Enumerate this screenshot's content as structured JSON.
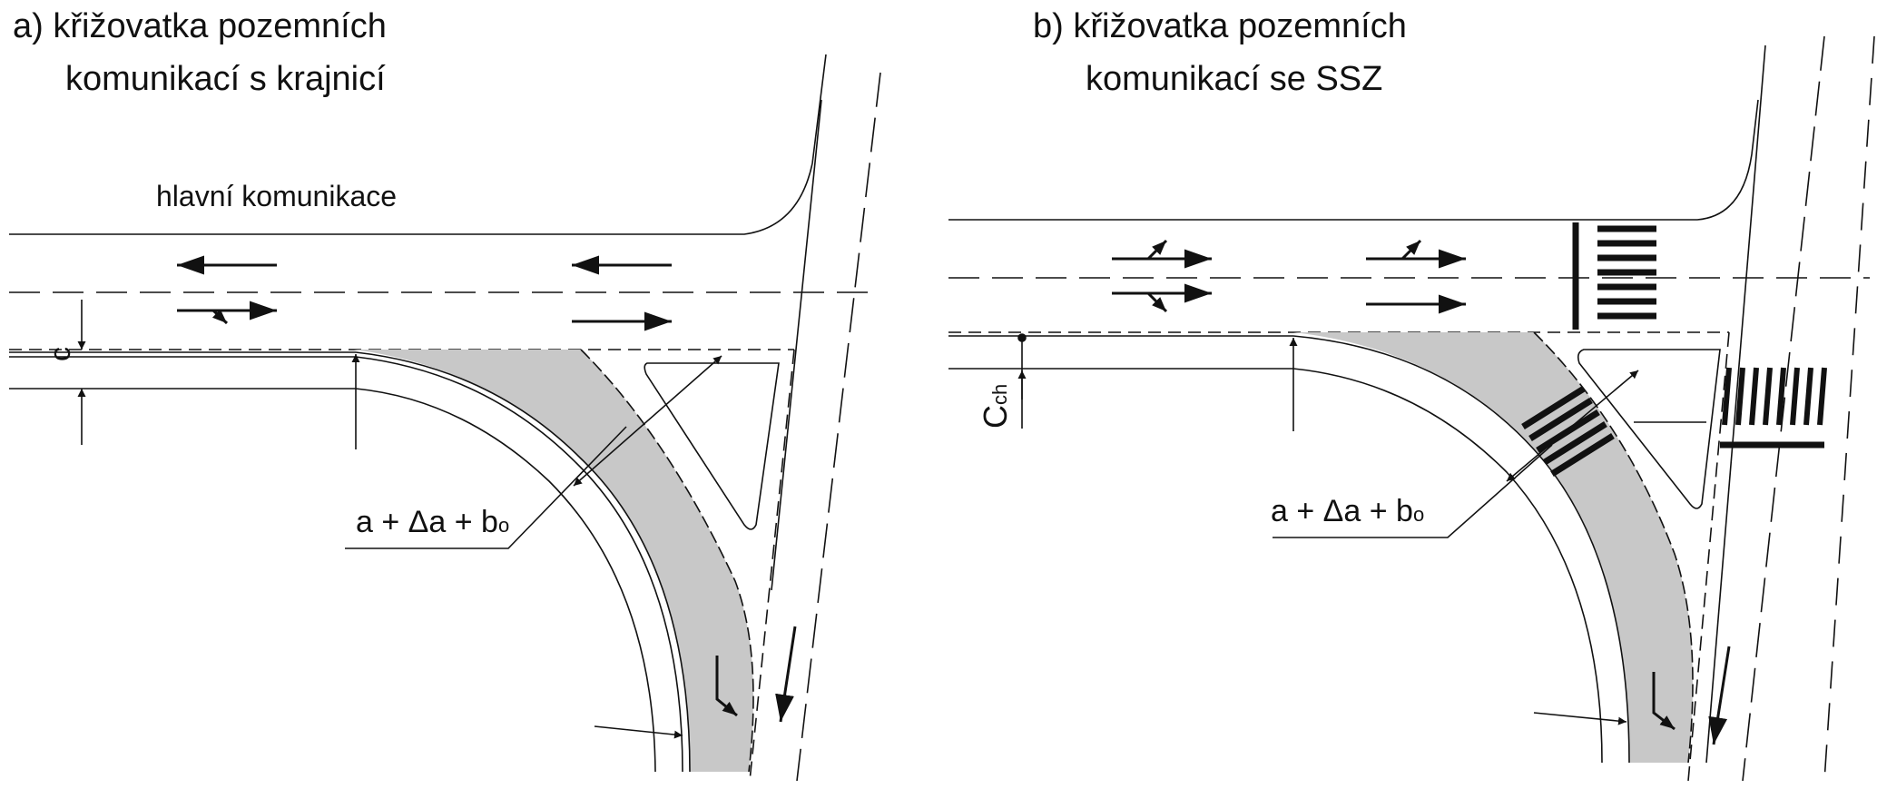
{
  "panel_a": {
    "title_line1": "a) křižovatka pozemních",
    "title_line2": "komunikací s krajnicí",
    "road_label": "hlavní komunikace",
    "dim_small": "c",
    "dim_width": "a + Δa + b",
    "dim_width_sub": "o"
  },
  "panel_b": {
    "title_line1": "b) křižovatka pozemních",
    "title_line2": "komunikací se SSZ",
    "dim_small": "C",
    "dim_small_sub": "ch",
    "dim_width": "a + Δa + b",
    "dim_width_sub": "o"
  },
  "colors": {
    "line": "#111111",
    "fill": "#c8c8c8",
    "background": "#ffffff"
  }
}
